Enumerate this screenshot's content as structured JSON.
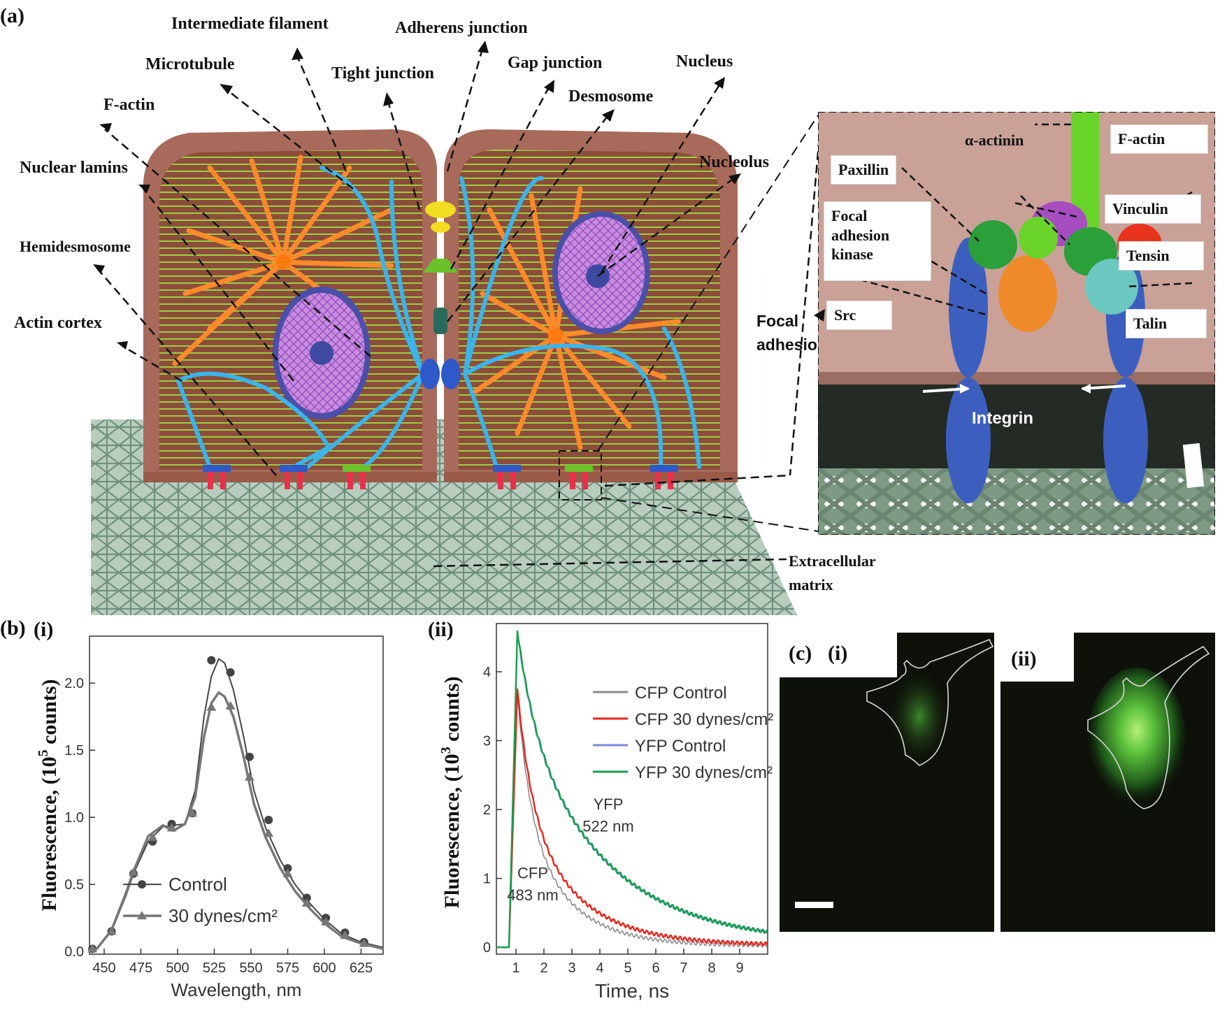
{
  "panels": {
    "a": "(a)",
    "b": "(b)",
    "b_i": "(i)",
    "b_ii": "(ii)",
    "c": "(c)",
    "c_i": "(i)",
    "c_ii": "(ii)"
  },
  "cell_labels": {
    "intermediate_filament": "Intermediate filament",
    "adherens_junction": "Adherens junction",
    "microtubule": "Microtubule",
    "tight_junction": "Tight junction",
    "gap_junction": "Gap junction",
    "nucleus": "Nucleus",
    "f_actin": "F-actin",
    "desmosome": "Desmosome",
    "nuclear_lamins": "Nuclear lamins",
    "nucleolus": "Nucleolus",
    "hemidesmosome": "Hemidesmosome",
    "actin_cortex": "Actin cortex",
    "extracellular_matrix_1": "Extracellular",
    "extracellular_matrix_2": "matrix"
  },
  "inset_labels": {
    "alpha_actinin": "α-actinin",
    "f_actin": "F-actin",
    "paxillin": "Paxillin",
    "vinculin": "Vinculin",
    "fak_1": "Focal",
    "fak_2": "adhesion",
    "fak_3": "kinase",
    "tensin": "Tensin",
    "src": "Src",
    "talin": "Talin",
    "focal_adhesion_1": "Focal",
    "focal_adhesion_2": "adhesio",
    "integrin": "Integrin"
  },
  "colors": {
    "cell_wall": "#a86a5a",
    "cell_inner": "#8a4a38",
    "intermediate_filament": "#9ccf3e",
    "microtubule": "#ff8a2a",
    "f_actin": "#3ab4ea",
    "nucleus": "#b070d8",
    "matrix": "#8aa896",
    "control_line": "#444444",
    "control_series2": "#777777",
    "cfp_control": "#8a8a8a",
    "cfp_30": "#e8241c",
    "yfp_control": "#7a8ad8",
    "yfp_30": "#14a04a"
  },
  "chart_data": [
    {
      "type": "line",
      "panel": "b(i)",
      "xlabel": "Wavelength, nm",
      "ylabel": "Fluorescence, (10^5 counts)",
      "ylabel_parts": [
        "Fluorescence, (10",
        "5",
        " counts)"
      ],
      "xlim": [
        440,
        640
      ],
      "ylim": [
        -0.02,
        2.35
      ],
      "xticks": [
        450,
        475,
        500,
        525,
        550,
        575,
        600,
        625
      ],
      "yticks": [
        0.0,
        0.5,
        1.0,
        1.5,
        2.0
      ],
      "ytick_labels": [
        "0.0",
        "0.5",
        "1.0",
        "1.5",
        "2.0"
      ],
      "series": [
        {
          "name": "Control",
          "marker": "circle",
          "x": [
            440,
            445,
            455,
            465,
            470,
            480,
            490,
            497,
            505,
            512,
            518,
            523,
            528,
            532,
            538,
            545,
            552,
            560,
            570,
            580,
            590,
            600,
            612,
            625,
            640
          ],
          "y": [
            0.0,
            0.02,
            0.15,
            0.42,
            0.58,
            0.82,
            0.93,
            0.94,
            0.95,
            1.2,
            1.75,
            2.05,
            2.18,
            2.15,
            1.95,
            1.6,
            1.2,
            0.92,
            0.68,
            0.5,
            0.36,
            0.24,
            0.13,
            0.07,
            0.03
          ],
          "marker_x": [
            442,
            455,
            470,
            483,
            496,
            510,
            523,
            536,
            549,
            562,
            575,
            588,
            601,
            614,
            627
          ],
          "marker_y": [
            0.02,
            0.15,
            0.58,
            0.82,
            0.95,
            1.03,
            2.17,
            2.08,
            1.45,
            0.98,
            0.62,
            0.4,
            0.25,
            0.14,
            0.07
          ]
        },
        {
          "name": "30 dynes/cm²",
          "marker": "triangle",
          "x": [
            440,
            445,
            455,
            465,
            470,
            480,
            490,
            497,
            505,
            512,
            518,
            523,
            528,
            532,
            538,
            545,
            552,
            560,
            570,
            580,
            590,
            600,
            612,
            625,
            640
          ],
          "y": [
            0.0,
            0.02,
            0.16,
            0.44,
            0.6,
            0.86,
            0.94,
            0.9,
            0.95,
            1.15,
            1.6,
            1.85,
            1.93,
            1.9,
            1.75,
            1.45,
            1.1,
            0.85,
            0.62,
            0.45,
            0.32,
            0.21,
            0.11,
            0.06,
            0.02
          ],
          "marker_x": [
            442,
            455,
            470,
            483,
            496,
            510,
            523,
            536,
            549,
            562,
            575,
            588,
            601,
            614,
            627
          ],
          "marker_y": [
            0.02,
            0.15,
            0.59,
            0.85,
            0.92,
            1.03,
            1.82,
            1.83,
            1.3,
            0.88,
            0.58,
            0.36,
            0.22,
            0.12,
            0.06
          ]
        }
      ],
      "legend": {
        "placement": "bottom-left"
      }
    },
    {
      "type": "line",
      "panel": "b(ii)",
      "xlabel": "Time, ns",
      "ylabel": "Fluorescence, (10^3 counts)",
      "ylabel_parts": [
        "Fluorescence, (10",
        "3",
        " counts)"
      ],
      "xlim": [
        0.3,
        10.0
      ],
      "ylim": [
        -0.1,
        4.7
      ],
      "xticks": [
        1,
        2,
        3,
        4,
        5,
        6,
        7,
        8,
        9
      ],
      "yticks": [
        0,
        1,
        2,
        3,
        4
      ],
      "annotations": [
        {
          "text": "YFP",
          "x": 4.3,
          "y": 2.0
        },
        {
          "text": "522 nm",
          "x": 4.3,
          "y": 1.68
        },
        {
          "text": "CFP",
          "x": 1.6,
          "y": 1.0
        },
        {
          "text": "483 nm",
          "x": 1.6,
          "y": 0.68
        }
      ],
      "series": [
        {
          "name": "CFP Control",
          "peak": 3.7,
          "t0": 0.75,
          "tpeak": 1.05,
          "decay": [
            0.45,
            1.6
          ],
          "weights": [
            0.45,
            0.55
          ],
          "offset": 0.02
        },
        {
          "name": "CFP 30 dynes/cm²",
          "peak": 3.75,
          "t0": 0.75,
          "tpeak": 1.05,
          "decay": [
            0.5,
            1.9
          ],
          "weights": [
            0.42,
            0.58
          ],
          "offset": 0.03
        },
        {
          "name": "YFP Control",
          "peak": 4.55,
          "t0": 0.75,
          "tpeak": 1.05,
          "decay": [
            0.6,
            3.0
          ],
          "weights": [
            0.25,
            0.75
          ],
          "offset": 0.05
        },
        {
          "name": "YFP 30 dynes/cm²",
          "peak": 4.6,
          "t0": 0.75,
          "tpeak": 1.05,
          "decay": [
            0.6,
            3.0
          ],
          "weights": [
            0.25,
            0.75
          ],
          "offset": 0.05
        }
      ],
      "legend": {
        "placement": "top-right"
      }
    }
  ]
}
